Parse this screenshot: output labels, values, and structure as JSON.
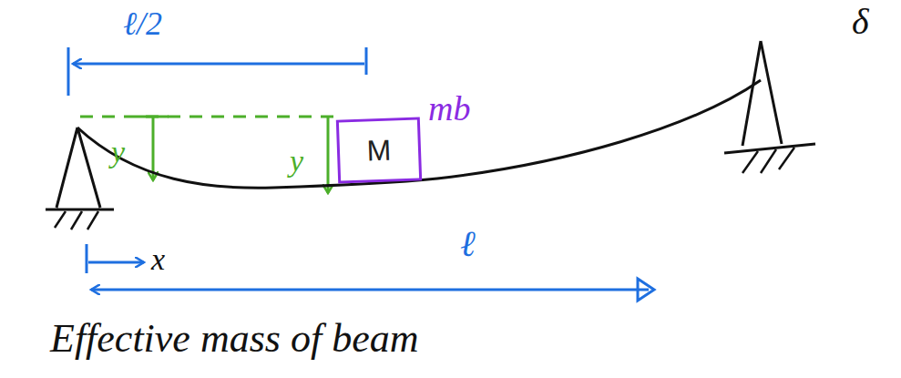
{
  "diagram": {
    "nodes": [
      {
        "text": [
          "M"
        ]
      }
    ],
    "labels": [
      "ℓ/2",
      "y",
      "y",
      "mb",
      "x",
      "ℓ",
      "Effective mass of beam",
      "δ"
    ]
  }
}
